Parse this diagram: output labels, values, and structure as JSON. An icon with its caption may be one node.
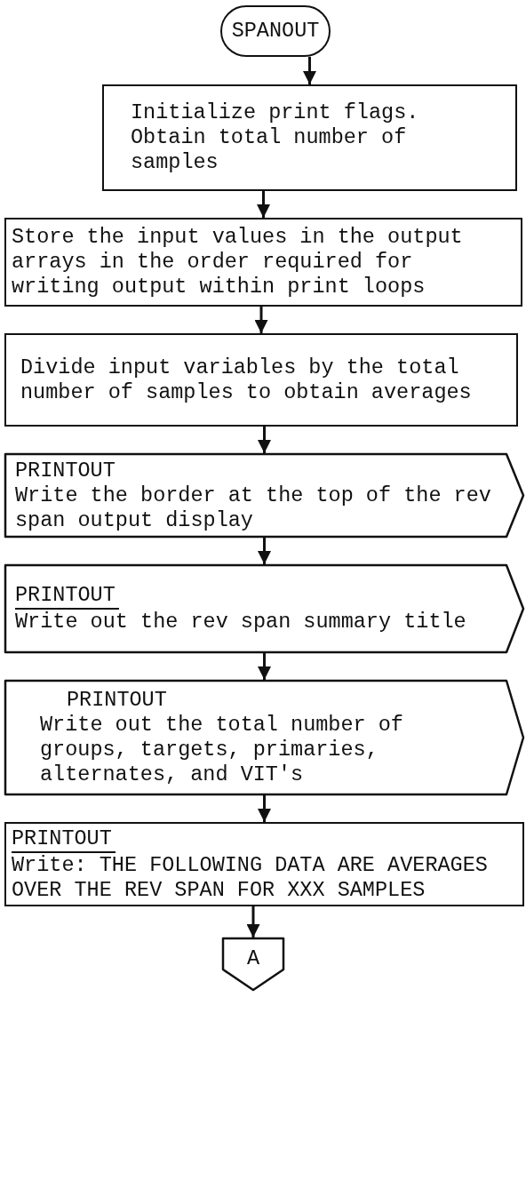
{
  "diagram": {
    "nodes": [
      {
        "text": [
          "SPANOUT"
        ]
      },
      {
        "text": [
          "Initialize print flags.",
          "Obtain total number of samples"
        ]
      },
      {
        "text": [
          "Store the input values in the output arrays in the order required for writing output within print loops"
        ]
      },
      {
        "text": [
          "Divide input variables by the total number of samples to obtain averages"
        ]
      },
      {
        "text": [
          "PRINTOUT",
          "Write the border at the top of the rev span output display"
        ]
      },
      {
        "text": [
          "PRINTOUT",
          "Write out the rev span summary title"
        ]
      },
      {
        "text": [
          "PRINTOUT",
          "Write out the total number of groups, targets, primaries, alternates, and VIT's"
        ]
      },
      {
        "text": [
          "PRINTOUT",
          "Write: THE FOLLOWING DATA ARE AVERAGES OVER THE REV SPAN FOR XXX SAMPLES"
        ]
      },
      {
        "text": [
          "A"
        ]
      }
    ],
    "edges": [
      {
        "from": 0,
        "to": 1,
        "arrow": "to"
      },
      {
        "from": 1,
        "to": 2,
        "arrow": "to"
      },
      {
        "from": 2,
        "to": 3,
        "arrow": "to"
      },
      {
        "from": 3,
        "to": 4,
        "arrow": "to"
      },
      {
        "from": 4,
        "to": 5,
        "arrow": "to"
      },
      {
        "from": 5,
        "to": 6,
        "arrow": "to"
      },
      {
        "from": 6,
        "to": 7,
        "arrow": "to"
      },
      {
        "from": 7,
        "to": 8,
        "arrow": "to"
      }
    ]
  }
}
